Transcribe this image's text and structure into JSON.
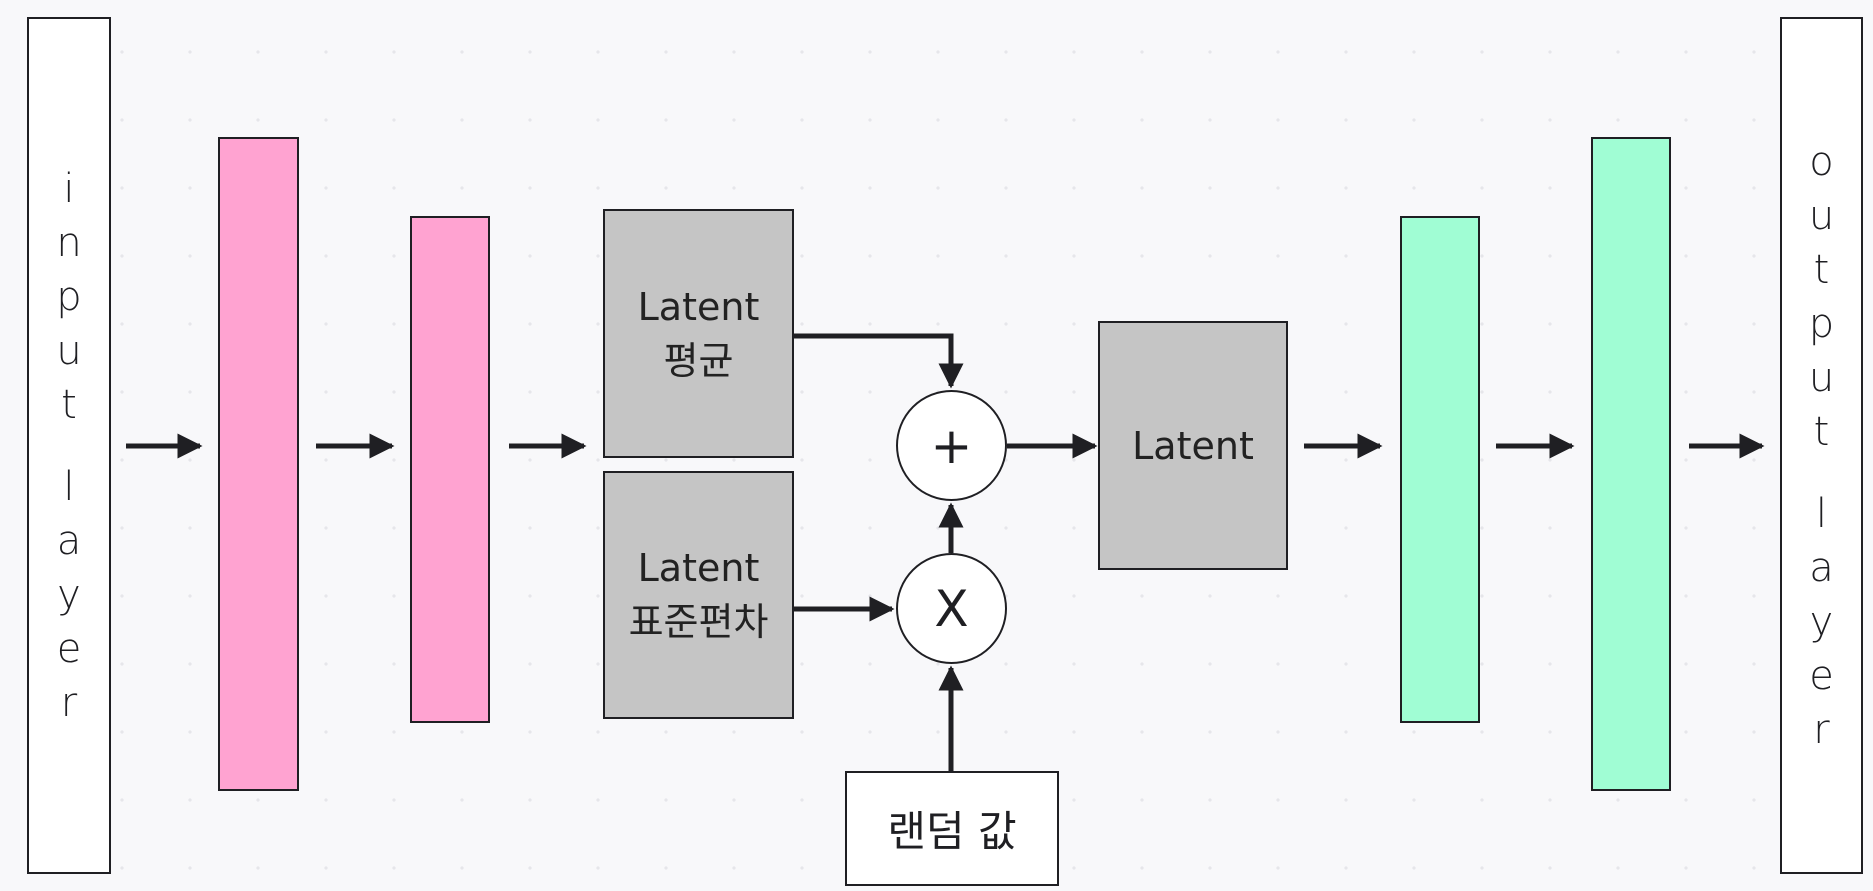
{
  "input_layer": {
    "letters": [
      "i",
      "n",
      "p",
      "u",
      "t"
    ],
    "letters2": [
      "l",
      "a",
      "y",
      "e",
      "r"
    ]
  },
  "output_layer": {
    "letters": [
      "o",
      "u",
      "t",
      "p",
      "u",
      "t"
    ],
    "letters2": [
      "l",
      "a",
      "y",
      "e",
      "r"
    ]
  },
  "latent_mean": {
    "line1": "Latent",
    "line2": "평균"
  },
  "latent_std": {
    "line1": "Latent",
    "line2": "표준편차"
  },
  "latent": {
    "label": "Latent"
  },
  "plus_op": {
    "symbol": "+"
  },
  "times_op": {
    "symbol": "X"
  },
  "random_value": {
    "label": "랜덤 값"
  },
  "colors": {
    "encoder": "#ffa3d1",
    "decoder": "#a0fdd4",
    "latent": "#c5c5c5",
    "stroke": "#1f1f23"
  }
}
